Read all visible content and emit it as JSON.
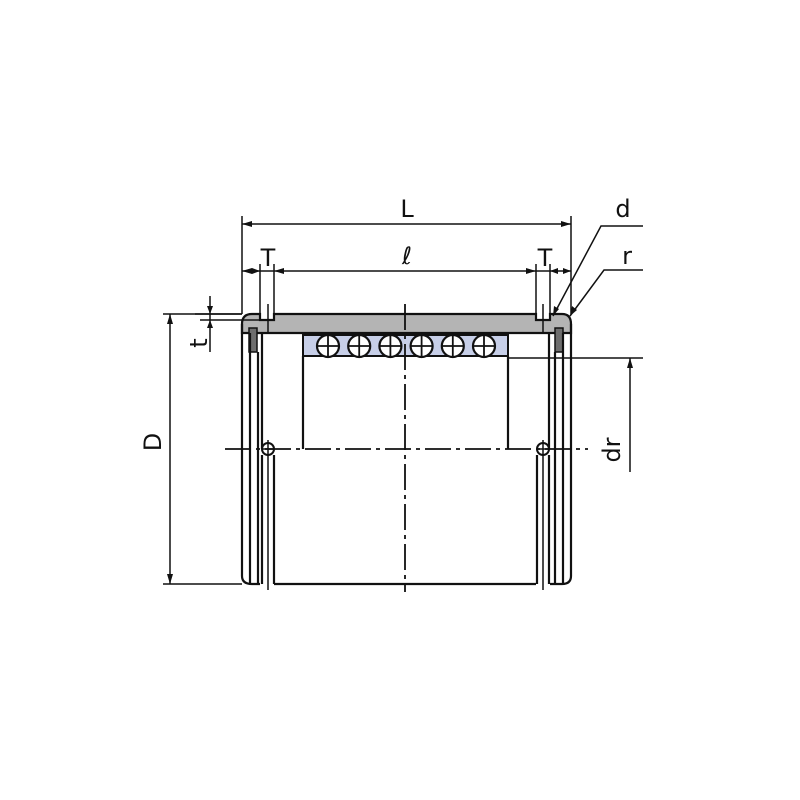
{
  "diagram": {
    "labels": {
      "L": "L",
      "l": "ℓ",
      "T_left": "T",
      "T_right": "T",
      "d": "d",
      "r": "r",
      "t": "t",
      "D": "D",
      "dr": "dr"
    },
    "colors": {
      "outer_sleeve": "#b4b4b4",
      "ball_retainer": "#c7cfe8",
      "seal": "#6e6e6e",
      "line": "#111111"
    },
    "ball_count": 6
  }
}
